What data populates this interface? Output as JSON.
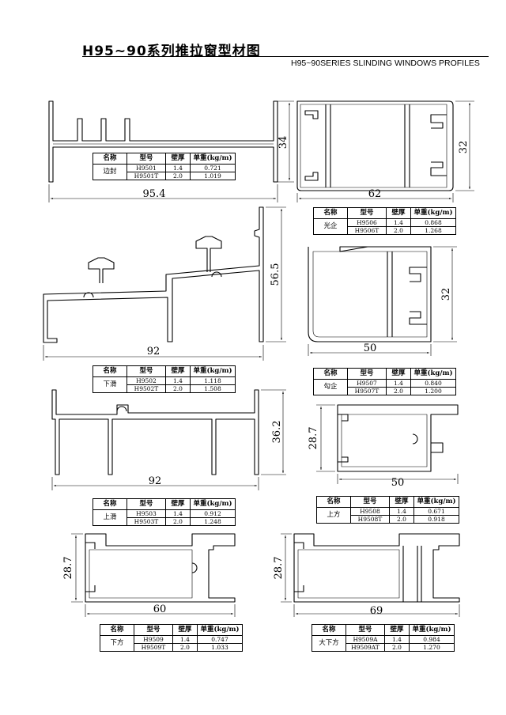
{
  "header": {
    "title_cn": "H95~90系列推拉窗型材图",
    "title_en": "H95~90SERIES SLINDING WINDOWS PROFILES"
  },
  "table_headers": [
    "名称",
    "型号",
    "壁厚",
    "单重(kg/m)"
  ],
  "profiles": [
    {
      "name": "边封",
      "models": [
        "H9501",
        "H9501T"
      ],
      "thickness": [
        "1.4",
        "2.0"
      ],
      "weight": [
        "0.721",
        "1.019"
      ],
      "dims": [
        "95.4",
        "34"
      ]
    },
    {
      "name": "光企",
      "models": [
        "H9506",
        "H9506T"
      ],
      "thickness": [
        "1.4",
        "2.0"
      ],
      "weight": [
        "0.868",
        "1.268"
      ],
      "dims": [
        "62",
        "32"
      ]
    },
    {
      "name": "下滑",
      "models": [
        "H9502",
        "H9502T"
      ],
      "thickness": [
        "1.4",
        "2.0"
      ],
      "weight": [
        "1.118",
        "1.508"
      ],
      "dims": [
        "92",
        "56.5"
      ]
    },
    {
      "name": "勾企",
      "models": [
        "H9507",
        "H9507T"
      ],
      "thickness": [
        "1.4",
        "2.0"
      ],
      "weight": [
        "0.840",
        "1.200"
      ],
      "dims": [
        "50",
        "32"
      ]
    },
    {
      "name": "上滑",
      "models": [
        "H9503",
        "H9503T"
      ],
      "thickness": [
        "1.4",
        "2.0"
      ],
      "weight": [
        "0.912",
        "1.248"
      ],
      "dims": [
        "92",
        "36.2"
      ]
    },
    {
      "name": "上方",
      "models": [
        "H9508",
        "H9508T"
      ],
      "thickness": [
        "1.4",
        "2.0"
      ],
      "weight": [
        "0.671",
        "0.918"
      ],
      "dims": [
        "50",
        "28.7"
      ]
    },
    {
      "name": "下方",
      "models": [
        "H9509",
        "H9509T"
      ],
      "thickness": [
        "1.4",
        "2.0"
      ],
      "weight": [
        "0.747",
        "1.033"
      ],
      "dims": [
        "60",
        "28.7"
      ]
    },
    {
      "name": "大下方",
      "models": [
        "H9509A",
        "H9509AT"
      ],
      "thickness": [
        "1.4",
        "2.0"
      ],
      "weight": [
        "0.984",
        "1.270"
      ],
      "dims": [
        "69",
        "28.7"
      ]
    }
  ]
}
